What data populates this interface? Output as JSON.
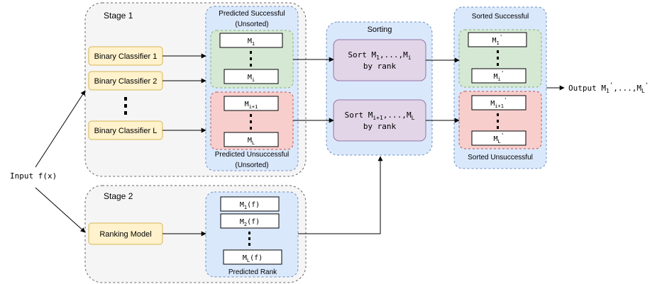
{
  "input": {
    "label": "Input f(x)"
  },
  "stage1": {
    "title": "Stage 1",
    "classifiers": [
      "Binary Classifier 1",
      "Binary Classifier 2",
      "Binary Classifier L"
    ]
  },
  "predicted_successful": {
    "title_line1": "Predicted Successful",
    "title_line2": "(Unsorted)",
    "top_item": {
      "base": "M",
      "sub": "1",
      "sup": ""
    },
    "bottom_item": {
      "base": "M",
      "sub": "i",
      "sup": ""
    }
  },
  "predicted_unsuccessful": {
    "title_line1": "Predicted Unsuccessful",
    "title_line2": "(Unsorted)",
    "top_item": {
      "base": "M",
      "sub": "i+1",
      "sup": ""
    },
    "bottom_item": {
      "base": "M",
      "sub": "L",
      "sup": ""
    }
  },
  "stage2": {
    "title": "Stage 2",
    "ranking_model": "Ranking Model"
  },
  "predicted_rank": {
    "title": "Predicted Rank",
    "items": [
      {
        "base": "M",
        "sub": "1",
        "suffix": "(f)"
      },
      {
        "base": "M",
        "sub": "2",
        "suffix": "(f)"
      },
      {
        "base": "M",
        "sub": "L",
        "suffix": "(f)"
      }
    ]
  },
  "sorting": {
    "title": "Sorting",
    "box1": {
      "line1": {
        "prefix": "Sort ",
        "parts": [
          [
            "M",
            "1"
          ],
          [
            ",...,",
            ""
          ],
          [
            "M",
            "i"
          ]
        ]
      },
      "line2": "by rank"
    },
    "box2": {
      "line1": {
        "prefix": "Sort ",
        "parts": [
          [
            "M",
            "i+1"
          ],
          [
            ",...,",
            ""
          ],
          [
            "M",
            "L"
          ]
        ]
      },
      "line2": "by rank"
    }
  },
  "sorted_successful": {
    "title": "Sorted Successful",
    "top_item": {
      "base": "M",
      "sub": "1",
      "sup": "'"
    },
    "bottom_item": {
      "base": "M",
      "sub": "i",
      "sup": "'"
    }
  },
  "sorted_unsuccessful": {
    "title": "Sorted Unsuccessful",
    "top_item": {
      "base": "M",
      "sub": "i+1",
      "sup": "'"
    },
    "bottom_item": {
      "base": "M",
      "sub": "L",
      "sup": "'"
    }
  },
  "output": {
    "prefix": "Output ",
    "parts": [
      [
        "M",
        "1",
        "'"
      ],
      [
        ",...,",
        "",
        ""
      ],
      [
        "M",
        "L",
        "'"
      ]
    ]
  },
  "colors": {
    "stage_fill": "#f5f5f5",
    "stage_stroke": "#666666",
    "blue_fill": "#dae8fc",
    "blue_stroke": "#6c8ebf",
    "green_fill": "#d5e8d4",
    "green_stroke": "#82b366",
    "red_fill": "#f8cecc",
    "red_stroke": "#b85450",
    "yellow_fill": "#fff2cc",
    "yellow_stroke": "#d6b656",
    "purple_fill": "#e1d5e7",
    "purple_stroke": "#9673a6"
  }
}
